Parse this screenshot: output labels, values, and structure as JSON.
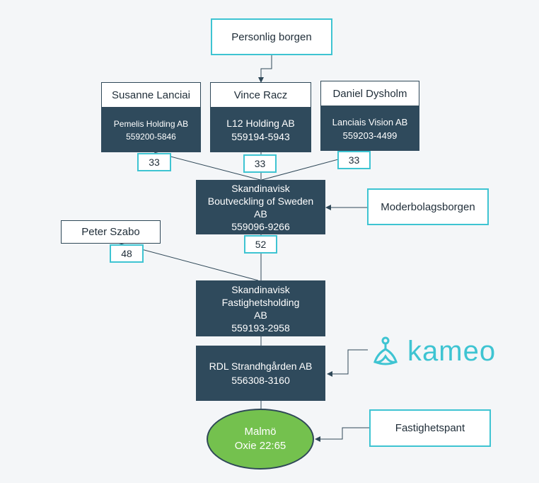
{
  "guarantees": {
    "personal": "Personlig borgen",
    "parent": "Moderbolagsborgen",
    "property": "Fastighetspant"
  },
  "owners": [
    {
      "person": "Susanne Lanciai",
      "company": "Pemelis Holding AB",
      "org": "559200-5846",
      "share": "33"
    },
    {
      "person": "Vince Racz",
      "company": "L12 Holding AB",
      "org": "559194-5943",
      "share": "33"
    },
    {
      "person": "Daniel Dysholm",
      "company": "Lanciais Vision AB",
      "org": "559203-4499",
      "share": "33"
    }
  ],
  "boutveckling": {
    "line1": "Skandinavisk",
    "line2": "Boutveckling of Sweden",
    "line3": "AB",
    "org": "559096-9266",
    "share": "52"
  },
  "peter": {
    "name": "Peter Szabo",
    "share": "48"
  },
  "fastighetsholding": {
    "line1": "Skandinavisk",
    "line2": "Fastighetsholding",
    "line3": "AB",
    "org": "559193-2958"
  },
  "rdl": {
    "line1": "RDL Strandhgården AB",
    "org": "556308-3160"
  },
  "property": {
    "line1": "Malmö",
    "line2": "Oxie 22:65",
    "color": "#74c14e"
  },
  "logo": {
    "text": "kameo",
    "color": "#3ec4d2"
  }
}
